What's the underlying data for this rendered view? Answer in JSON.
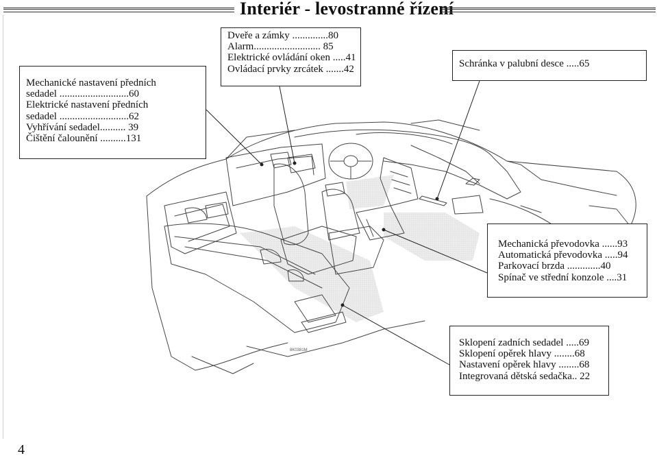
{
  "page": {
    "title": "Interiér - levostranné řízení",
    "page_number": "4",
    "illustration_code": "8K0381M"
  },
  "callouts": {
    "seats": [
      "Mechanické nastavení předních",
      "sedadel ...........................60",
      "Elektrické nastavení předních",
      "sedadel ...........................62",
      "Vyhřívání sedadel.......... 39",
      "Čištění čalounění ..........131"
    ],
    "doors": [
      "Dveře a zámky ..............80",
      "Alarm.......................... 85",
      "Elektrické ovládání oken .....41",
      "Ovládací prvky zrcátek .......42"
    ],
    "glovebox": [
      "Schránka v palubní desce .....65"
    ],
    "transmission": [
      "Mechanická převodovka ......93",
      "Automatická převodovka .....94",
      "Parkovací brzda .............40",
      "Spínač ve střední konzole ....31"
    ],
    "rear_seats": [
      "Sklopení zadních sedadel .....69",
      "Sklopení opěrek hlavy ........68",
      "Nastavení opěrek hlavy ........68",
      "Integrovaná dětská sedačka.. 22"
    ]
  }
}
